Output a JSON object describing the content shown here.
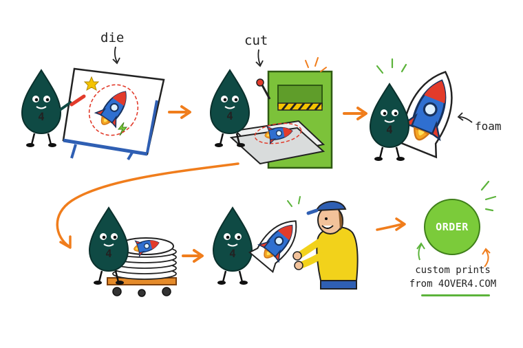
{
  "labels": {
    "die": "die",
    "cut": "cut",
    "foam": "foam"
  },
  "order": {
    "button_label": "ORDER",
    "caption_line1": "custom prints",
    "caption_line2": "from 4OVER4.COM"
  },
  "mascot": {
    "badge_text": "4"
  },
  "colors": {
    "mascot": "#0f4a44",
    "arrow": "#f07d1c",
    "accent_green": "#7bcb3a",
    "rocket_blue": "#2f6fd0",
    "rocket_red": "#e23b2b",
    "press_green": "#7cc23a",
    "shirt_yellow": "#f2d21b"
  },
  "icons": [
    "mascot-drop-icon",
    "rocket-icon",
    "star-icon",
    "lightning-icon",
    "die-cut-press-icon",
    "cart-icon",
    "worker-icon"
  ]
}
